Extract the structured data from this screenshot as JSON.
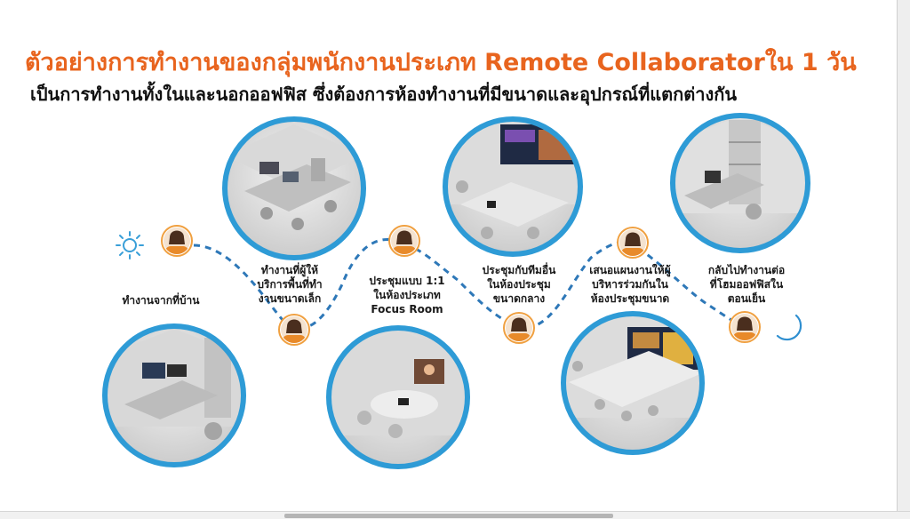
{
  "header": {
    "title": "ตัวอย่างการทำงานของกลุ่มพนักงานประเภท Remote Collaboratorใน 1 วัน",
    "subtitle": "เป็นการทำงานทั้งในและนอกออฟฟิส ซึ่งต้องการห้องทำงานที่มีขนาดและอุปกรณ์ที่แตกต่างกัน"
  },
  "steps": [
    {
      "lines": [
        "ทำงานจากที่บ้าน"
      ]
    },
    {
      "lines": [
        "ทำงานที่ผู้ให้",
        "บริการพื้นที่ทำ",
        "งานขนาดเล็ก"
      ]
    },
    {
      "lines": [
        "ประชุมแบบ 1:1",
        "ในห้องประเภท",
        "Focus Room"
      ]
    },
    {
      "lines": [
        "ประชุมกับทีมอื่น",
        "ในห้องประชุม",
        "ขนาดกลาง"
      ]
    },
    {
      "lines": [
        "เสนอแผนงานให้ผู้",
        "บริหารร่วมกันใน",
        "ห้องประชุมขนาด"
      ]
    },
    {
      "lines": [
        "กลับไปทำงานต่อ",
        "ที่โฮมออฟฟิสใน",
        "ตอนเย็น"
      ]
    }
  ],
  "icons": {
    "start": "sun-icon",
    "end": "crescent-moon-icon",
    "person": "person-avatar-icon",
    "rooms": [
      "home-office-room",
      "coworking-space-room",
      "large-meeting-room",
      "focus-room",
      "boardroom",
      "home-office-evening-room"
    ]
  },
  "colors": {
    "title": "#e8641e",
    "subtitle": "#111111",
    "ring": "#2e9bd6",
    "dash": "#2e78b8",
    "sun": "#3a9fd8",
    "moon": "#2f8fd0",
    "avatar_ring": "#f0a040"
  }
}
